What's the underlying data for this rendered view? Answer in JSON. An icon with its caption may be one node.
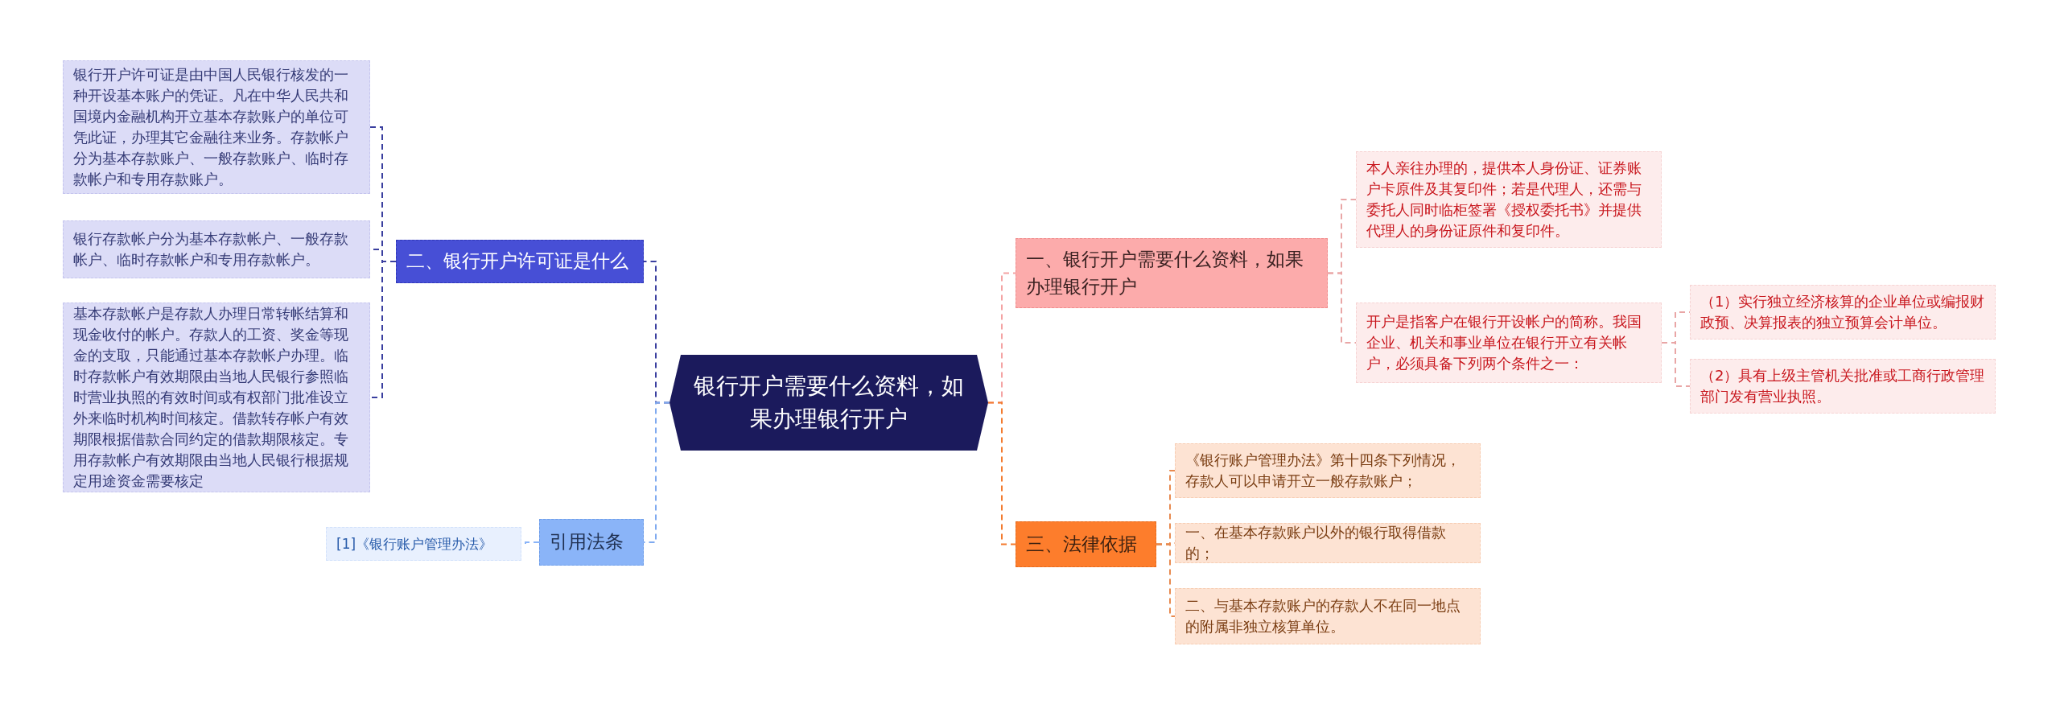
{
  "diagram": {
    "nodes": [
      {
        "text": [
          "银行开户需要什么资料，如果办理银行开户"
        ]
      },
      {
        "text": [
          "一、银行开户需要什么资料，如果办理银行开户"
        ]
      },
      {
        "text": [
          "本人亲往办理的，提供本人身份证、证券账户卡原件及其复印件；若是代理人，还需与委托人同时临柜签署《授权委托书》并提供代理人的身份证原件和复印件。"
        ]
      },
      {
        "text": [
          "开户是指客户在银行开设帐户的简称。我国企业、机关和事业单位在银行开立有关帐户，必须具备下列两个条件之一："
        ]
      },
      {
        "text": [
          "（1）实行独立经济核算的企业单位或编报财政预、决算报表的独立预算会计单位。"
        ]
      },
      {
        "text": [
          "（2）具有上级主管机关批准或工商行政管理部门发有营业执照。"
        ]
      },
      {
        "text": [
          "三、法律依据"
        ]
      },
      {
        "text": [
          "《银行账户管理办法》第十四条下列情况，存款人可以申请开立一般存款账户；"
        ]
      },
      {
        "text": [
          "一、在基本存款账户以外的银行取得借款的；"
        ]
      },
      {
        "text": [
          "二、与基本存款账户的存款人不在同一地点的附属非独立核算单位。"
        ]
      },
      {
        "text": [
          "二、银行开户许可证是什么"
        ]
      },
      {
        "text": [
          "银行开户许可证是由中国人民银行核发的一种开设基本账户的凭证。凡在中华人民共和国境内金融机构开立基本存款账户的单位可凭此证，办理其它金融往来业务。存款帐户分为基本存款账户、一般存款账户、临时存款帐户和专用存款账户。"
        ]
      },
      {
        "text": [
          "银行存款帐户分为基本存款帐户、一般存款帐户、临时存款帐户和专用存款帐户。"
        ]
      },
      {
        "text": [
          "基本存款帐户是存款人办理日常转帐结算和现金收付的帐户。存款人的工资、奖金等现金的支取，只能通过基本存款帐户办理。临时存款帐户有效期限由当地人民银行参照临时营业执照的有效时间或有权部门批准设立外来临时机构时间核定。借款转存帐户有效期限根据借款合同约定的借款期限核定。专用存款帐户有效期限由当地人民银行根据规定用途资金需要核定"
        ]
      },
      {
        "text": [
          "引用法条"
        ]
      },
      {
        "text": [
          "[1]《银行账户管理办法》"
        ]
      }
    ],
    "edges": [
      {
        "from": 0,
        "to": 1,
        "arrow": "none",
        "style": "dashed",
        "color": "#f4a3a3"
      },
      {
        "from": 0,
        "to": 6,
        "arrow": "none",
        "style": "dashed",
        "color": "#f37b2f"
      },
      {
        "from": 0,
        "to": 10,
        "arrow": "none",
        "style": "dashed",
        "color": "#3a3f9f"
      },
      {
        "from": 0,
        "to": 14,
        "arrow": "none",
        "style": "dashed",
        "color": "#7faaf0"
      },
      {
        "from": 1,
        "to": 2,
        "arrow": "none",
        "style": "dashed",
        "color": "#e9a6a6"
      },
      {
        "from": 1,
        "to": 3,
        "arrow": "none",
        "style": "dashed",
        "color": "#e9a6a6"
      },
      {
        "from": 3,
        "to": 4,
        "arrow": "none",
        "style": "dashed",
        "color": "#e9a6a6"
      },
      {
        "from": 3,
        "to": 5,
        "arrow": "none",
        "style": "dashed",
        "color": "#e9a6a6"
      },
      {
        "from": 6,
        "to": 7,
        "arrow": "none",
        "style": "dashed",
        "color": "#e88a4f"
      },
      {
        "from": 6,
        "to": 8,
        "arrow": "none",
        "style": "dashed",
        "color": "#e88a4f"
      },
      {
        "from": 6,
        "to": 9,
        "arrow": "none",
        "style": "dashed",
        "color": "#e88a4f"
      },
      {
        "from": 10,
        "to": 11,
        "arrow": "none",
        "style": "dashed",
        "color": "#3a3f9f"
      },
      {
        "from": 10,
        "to": 12,
        "arrow": "none",
        "style": "dashed",
        "color": "#3a3f9f"
      },
      {
        "from": 10,
        "to": 13,
        "arrow": "none",
        "style": "dashed",
        "color": "#3a3f9f"
      },
      {
        "from": 14,
        "to": 15,
        "arrow": "none",
        "style": "dashed",
        "color": "#8ab4f8"
      }
    ]
  }
}
